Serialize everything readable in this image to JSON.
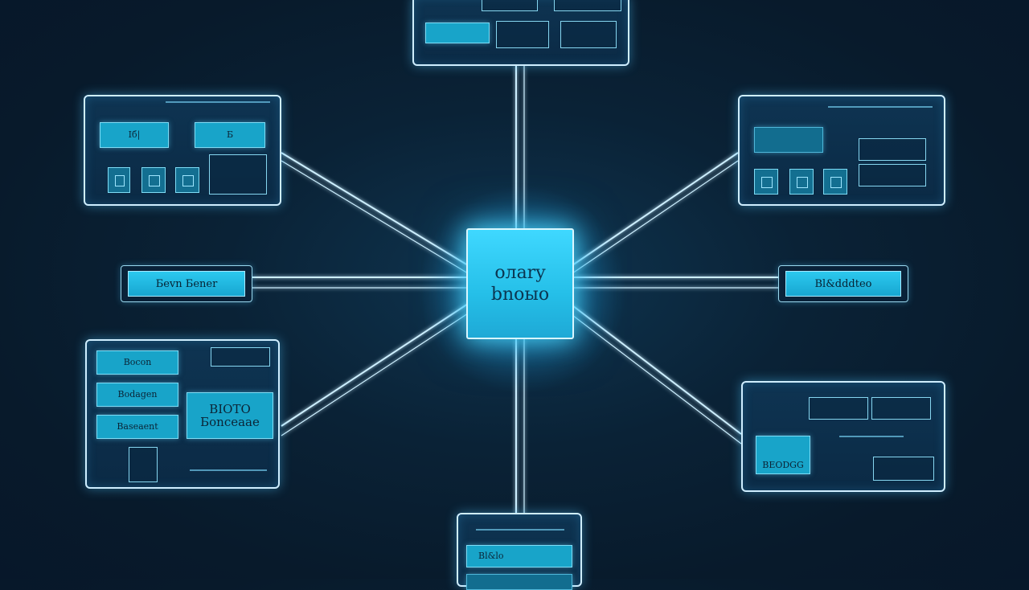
{
  "hub": {
    "line1": "олary",
    "line2": "bnoыo"
  },
  "bars": {
    "left": "Бevn Бener",
    "right": "Bl&dddteo"
  },
  "left_panel_top": {
    "tile_a": "Iб|",
    "tile_b": "Б"
  },
  "left_panel_bottom": {
    "btn1": "Bocon",
    "btn2": "Bodagen",
    "btn3": "Baseaent",
    "big_line1": "BIOTO",
    "big_line2": "Бonceaae"
  },
  "right_panel_bottom": {
    "tile": "BEODGG"
  },
  "bottom_panel": {
    "row": "Bl&lo"
  },
  "colors": {
    "background": "#0a2236",
    "accent": "#25bfe8",
    "border": "#cfeeff"
  }
}
